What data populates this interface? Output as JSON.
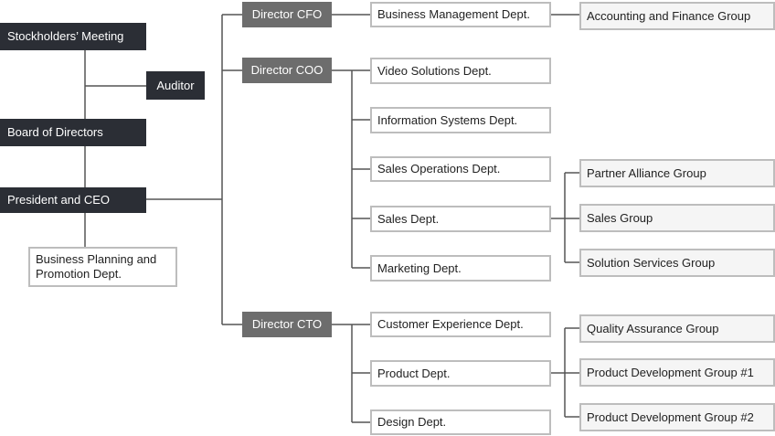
{
  "chart_data": {
    "type": "org-chart",
    "nodes": [
      {
        "id": "stockholders",
        "label": "Stockholders’ Meeting",
        "style": "dark"
      },
      {
        "id": "auditor",
        "label": "Auditor",
        "style": "dark"
      },
      {
        "id": "board",
        "label": "Board of Directors",
        "style": "dark"
      },
      {
        "id": "ceo",
        "label": "President and CEO",
        "style": "dark"
      },
      {
        "id": "bizplan",
        "label": "Business Planning and Promotion Dept.",
        "style": "outline"
      },
      {
        "id": "cfo",
        "label": "Director CFO",
        "style": "gray"
      },
      {
        "id": "coo",
        "label": "Director COO",
        "style": "gray"
      },
      {
        "id": "cto",
        "label": "Director CTO",
        "style": "gray"
      },
      {
        "id": "bizmgmt",
        "label": "Business Management Dept.",
        "style": "outline"
      },
      {
        "id": "accounting",
        "label": "Accounting and Finance Group",
        "style": "group"
      },
      {
        "id": "video",
        "label": "Video Solutions Dept.",
        "style": "outline"
      },
      {
        "id": "infosys",
        "label": "Information Systems Dept.",
        "style": "outline"
      },
      {
        "id": "salesops",
        "label": "Sales Operations Dept.",
        "style": "outline"
      },
      {
        "id": "sales",
        "label": "Sales Dept.",
        "style": "outline"
      },
      {
        "id": "marketing",
        "label": "Marketing Dept.",
        "style": "outline"
      },
      {
        "id": "partner",
        "label": "Partner Alliance Group",
        "style": "group"
      },
      {
        "id": "salesgroup",
        "label": "Sales Group",
        "style": "group"
      },
      {
        "id": "solution",
        "label": "Solution Services Group",
        "style": "group"
      },
      {
        "id": "cx",
        "label": "Customer Experience Dept.",
        "style": "outline"
      },
      {
        "id": "product",
        "label": "Product Dept.",
        "style": "outline"
      },
      {
        "id": "design",
        "label": "Design Dept.",
        "style": "outline"
      },
      {
        "id": "qa",
        "label": "Quality Assurance Group",
        "style": "group"
      },
      {
        "id": "pd1",
        "label": "Product Development Group #1",
        "style": "group"
      },
      {
        "id": "pd2",
        "label": "Product Development Group #2",
        "style": "group"
      }
    ],
    "edges": [
      [
        "stockholders",
        "auditor"
      ],
      [
        "stockholders",
        "board"
      ],
      [
        "board",
        "ceo"
      ],
      [
        "ceo",
        "bizplan"
      ],
      [
        "ceo",
        "cfo"
      ],
      [
        "ceo",
        "coo"
      ],
      [
        "ceo",
        "cto"
      ],
      [
        "cfo",
        "bizmgmt"
      ],
      [
        "bizmgmt",
        "accounting"
      ],
      [
        "coo",
        "video"
      ],
      [
        "coo",
        "infosys"
      ],
      [
        "coo",
        "salesops"
      ],
      [
        "coo",
        "sales"
      ],
      [
        "coo",
        "marketing"
      ],
      [
        "sales",
        "partner"
      ],
      [
        "sales",
        "salesgroup"
      ],
      [
        "sales",
        "solution"
      ],
      [
        "cto",
        "cx"
      ],
      [
        "cto",
        "product"
      ],
      [
        "cto",
        "design"
      ],
      [
        "product",
        "qa"
      ],
      [
        "product",
        "pd1"
      ],
      [
        "product",
        "pd2"
      ]
    ]
  },
  "colors": {
    "dark_box": "#2b2e35",
    "director_box": "#6d6d6d",
    "outline_border": "#bdbdbd",
    "group_fill": "#f5f5f5",
    "connector": "#555555"
  }
}
